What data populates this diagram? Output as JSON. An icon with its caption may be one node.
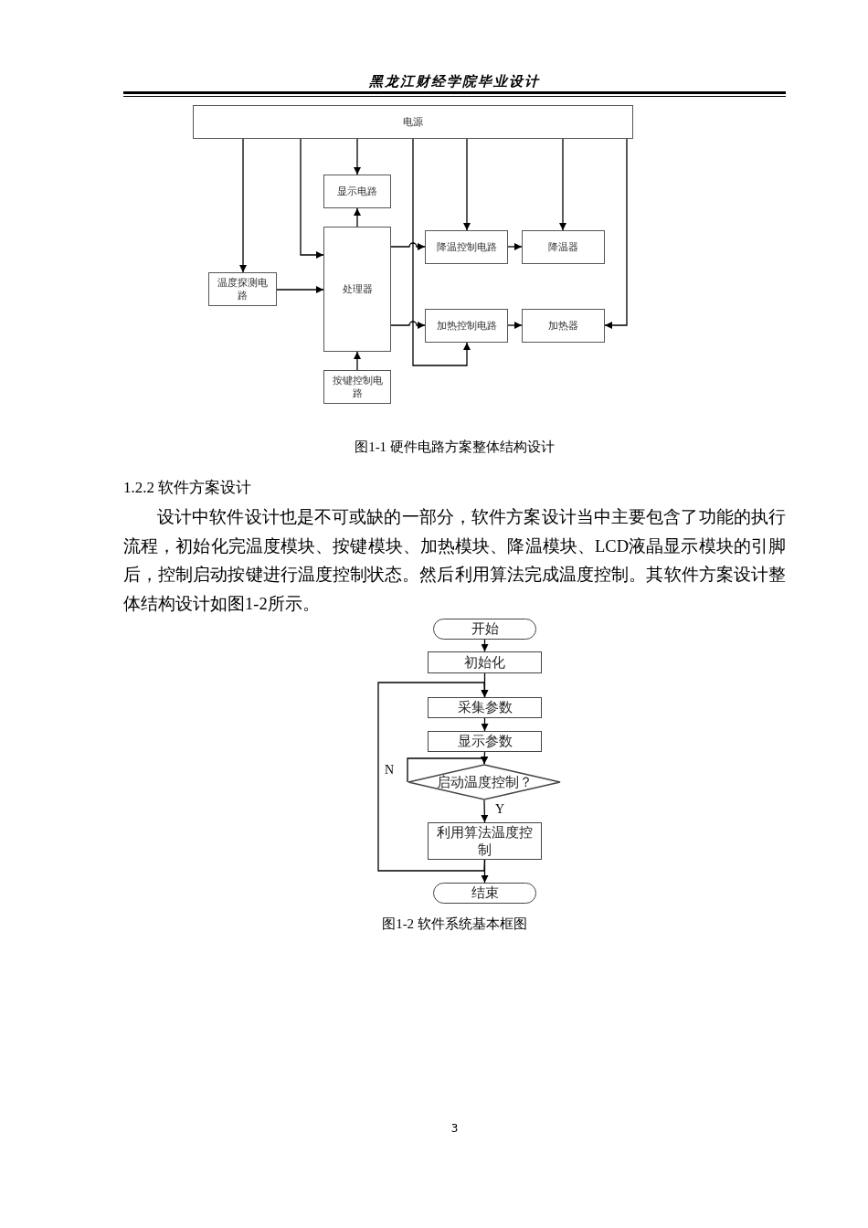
{
  "diagram": {
    "title": "黑龙江财经学院毕业设计",
    "nodes": [
      {
        "text": [
          "电源"
        ]
      },
      {
        "text": [
          "显示电路"
        ]
      },
      {
        "text": [
          "处理器"
        ]
      },
      {
        "text": [
          "温度探测电路"
        ]
      },
      {
        "text": [
          "降温控制电路"
        ]
      },
      {
        "text": [
          "降温器"
        ]
      },
      {
        "text": [
          "加热控制电路"
        ]
      },
      {
        "text": [
          "加热器"
        ]
      },
      {
        "text": [
          "按键控制电路"
        ]
      },
      {
        "text": [
          "开始"
        ]
      },
      {
        "text": [
          "初始化"
        ]
      },
      {
        "text": [
          "采集参数"
        ]
      },
      {
        "text": [
          "显示参数"
        ]
      },
      {
        "text": [
          "启动温度控制？"
        ]
      },
      {
        "text": [
          "利用算法温度控制"
        ]
      },
      {
        "text": [
          "结束"
        ]
      }
    ],
    "edges": [
      {
        "from": 0,
        "to": 3,
        "arrow": "to"
      },
      {
        "from": 0,
        "to": 2,
        "arrow": "to"
      },
      {
        "from": 0,
        "to": 1,
        "arrow": "to"
      },
      {
        "from": 2,
        "to": 1,
        "arrow": "to"
      },
      {
        "from": 3,
        "to": 2,
        "arrow": "to"
      },
      {
        "from": 2,
        "to": 4,
        "arrow": "to"
      },
      {
        "from": 2,
        "to": 6,
        "arrow": "to"
      },
      {
        "from": 0,
        "to": 6,
        "arrow": "to"
      },
      {
        "from": 0,
        "to": 4,
        "arrow": "to"
      },
      {
        "from": 0,
        "to": 5,
        "arrow": "to"
      },
      {
        "from": 0,
        "to": 7,
        "arrow": "to"
      },
      {
        "from": 4,
        "to": 5,
        "arrow": "to"
      },
      {
        "from": 6,
        "to": 7,
        "arrow": "to"
      },
      {
        "from": 8,
        "to": 2,
        "arrow": "to"
      },
      {
        "from": 9,
        "to": 10,
        "arrow": "to"
      },
      {
        "from": 10,
        "to": 11,
        "arrow": "to"
      },
      {
        "from": 11,
        "to": 12,
        "arrow": "to"
      },
      {
        "from": 12,
        "to": 13,
        "arrow": "to"
      },
      {
        "from": 13,
        "to": 13,
        "arrow": "to",
        "label": "N"
      },
      {
        "from": 13,
        "to": 14,
        "arrow": "to",
        "label": "Y"
      },
      {
        "from": 14,
        "to": 15,
        "arrow": "to"
      },
      {
        "from": 14,
        "to": 11,
        "arrow": "to"
      }
    ],
    "labels": [
      "图1-1 硬件电路方案整体结构设计",
      "1.2.2 软件方案设计",
      "设计中软件设计也是不可或缺的一部分，软件方案设计当中主要包含了功能的执行流程，初始化完温度模块、按键模块、加热模块、降温模块、LCD液晶显示模块的引脚后，控制启动按键进行温度控制状态。然后利用算法完成温度控制。其软件方案设计整体结构设计如图1-2所示。",
      "图1-2 软件系统基本框图",
      "3"
    ]
  }
}
